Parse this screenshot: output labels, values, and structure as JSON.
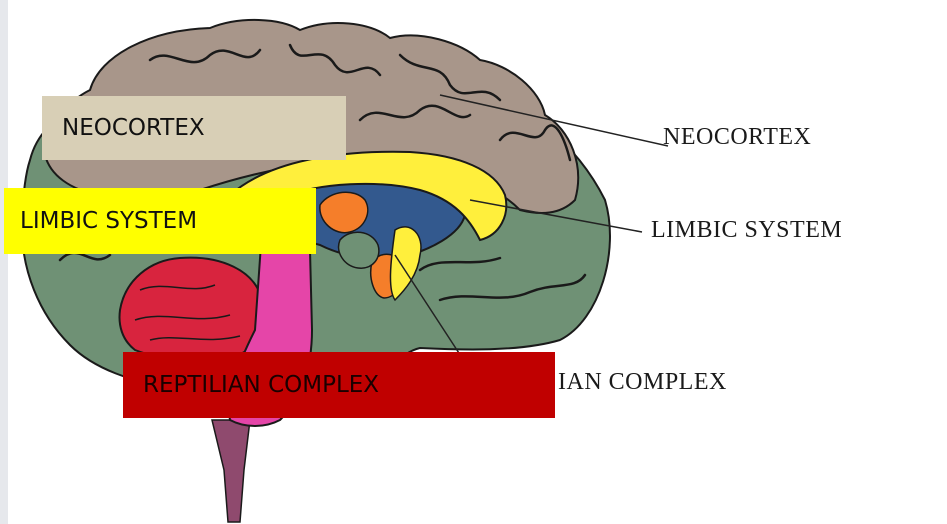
{
  "diagram": {
    "printed_labels": {
      "neocortex": "NEOCORTEX",
      "limbic": "LIMBIC  SYSTEM",
      "reptilian_partial": "IAN COMPLEX"
    },
    "overlay_boxes": {
      "neocortex": "NEOCORTEX",
      "limbic": "LIMBIC SYSTEM",
      "reptilian": "REPTILIAN COMPLEX"
    },
    "colors": {
      "neocortex": "#a8968a",
      "neocortex_outline": "#1a1a1a",
      "outer_cortex_green": "#6f9175",
      "limbic_yellow": "#ffef3c",
      "limbic_orange": "#f57e2a",
      "limbic_blue": "#33598e",
      "cerebellum_red": "#d8243e",
      "brainstem_pink": "#e545a8",
      "spinal_cord_purple": "#8f4a6e",
      "box_neocortex": "#d8cfb6",
      "box_limbic": "#ffff00",
      "box_reptilian": "#c00000"
    }
  }
}
